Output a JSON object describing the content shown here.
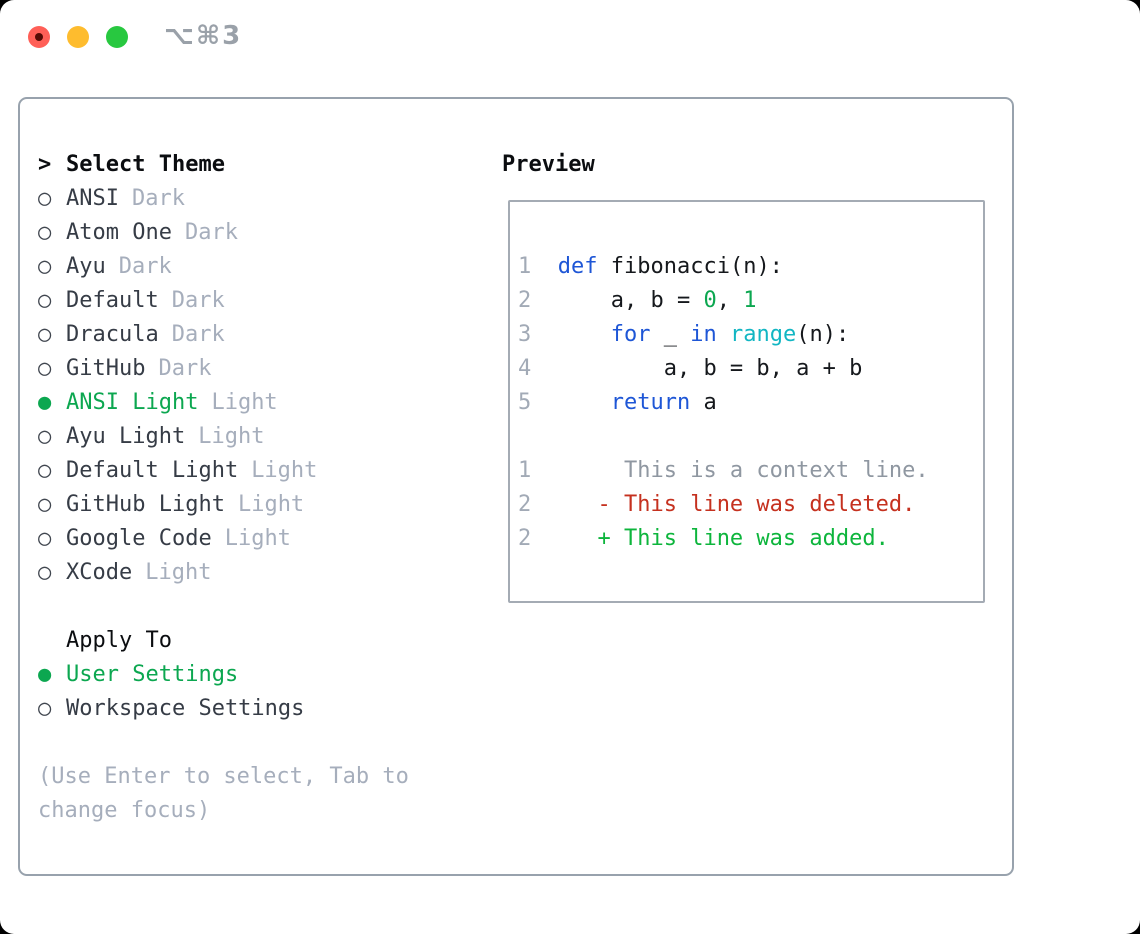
{
  "window": {
    "title": "⌥⌘3"
  },
  "theme_panel": {
    "header_marker": ">",
    "header_label": "Select Theme",
    "markers": {
      "unselected": "○",
      "selected": "●"
    },
    "themes": [
      {
        "name": "ANSI",
        "variant": "Dark",
        "selected": false
      },
      {
        "name": "Atom One",
        "variant": "Dark",
        "selected": false
      },
      {
        "name": "Ayu",
        "variant": "Dark",
        "selected": false
      },
      {
        "name": "Default",
        "variant": "Dark",
        "selected": false
      },
      {
        "name": "Dracula",
        "variant": "Dark",
        "selected": false
      },
      {
        "name": "GitHub",
        "variant": "Dark",
        "selected": false
      },
      {
        "name": "ANSI Light",
        "variant": "Light",
        "selected": true
      },
      {
        "name": "Ayu Light",
        "variant": "Light",
        "selected": false
      },
      {
        "name": "Default Light",
        "variant": "Light",
        "selected": false
      },
      {
        "name": "GitHub Light",
        "variant": "Light",
        "selected": false
      },
      {
        "name": "Google Code",
        "variant": "Light",
        "selected": false
      },
      {
        "name": "XCode",
        "variant": "Light",
        "selected": false
      }
    ],
    "apply_to": {
      "label": "Apply To",
      "options": [
        {
          "name": "User Settings",
          "selected": true
        },
        {
          "name": "Workspace Settings",
          "selected": false
        }
      ]
    },
    "help_text": "(Use Enter to select, Tab to change focus)"
  },
  "preview": {
    "label": "Preview",
    "lines": [
      [
        [
          "gutter",
          "1  "
        ],
        [
          "keyword",
          "def"
        ],
        [
          "code",
          " fibonacci(n):"
        ]
      ],
      [
        [
          "gutter",
          "2  "
        ],
        [
          "code",
          "    a, b = "
        ],
        [
          "literal",
          "0"
        ],
        [
          "code",
          ", "
        ],
        [
          "literal",
          "1"
        ]
      ],
      [
        [
          "gutter",
          "3  "
        ],
        [
          "code",
          "    "
        ],
        [
          "keyword",
          "for"
        ],
        [
          "code",
          " _ "
        ],
        [
          "keyword",
          "in"
        ],
        [
          "code",
          " "
        ],
        [
          "builtin",
          "range"
        ],
        [
          "code",
          "(n):"
        ]
      ],
      [
        [
          "gutter",
          "4  "
        ],
        [
          "code",
          "        a, b = b, a + b"
        ]
      ],
      [
        [
          "gutter",
          "5  "
        ],
        [
          "code",
          "    "
        ],
        [
          "keyword",
          "return"
        ],
        [
          "code",
          " a"
        ]
      ],
      [],
      [
        [
          "gutter",
          "1  "
        ],
        [
          "context",
          "     This is a context line."
        ]
      ],
      [
        [
          "gutter",
          "2  "
        ],
        [
          "deleted",
          "   - This line was deleted."
        ]
      ],
      [
        [
          "gutter",
          "2  "
        ],
        [
          "added",
          "   + This line was added."
        ]
      ]
    ]
  },
  "colors": {
    "accent_green": "#0ca750",
    "muted": "#a6aebc",
    "item_text": "#363c46",
    "header_text": "#0b0d10",
    "circle_outline": "#40464f",
    "panel_border": "#98a2ad",
    "preview_border": "#a4abb4",
    "gutter": "#a2aab6",
    "keyword": "#1e56d6",
    "builtin": "#12b6c3",
    "literal": "#0ca750",
    "code_text": "#15181c",
    "context": "#8f97a1",
    "deleted": "#c5311f",
    "added": "#0db53c",
    "light_red": "#ff5f57",
    "light_red_dot": "#550b05",
    "light_yellow": "#febc2e",
    "light_green": "#28c840",
    "titlebar_text": "#9aa1a9"
  }
}
